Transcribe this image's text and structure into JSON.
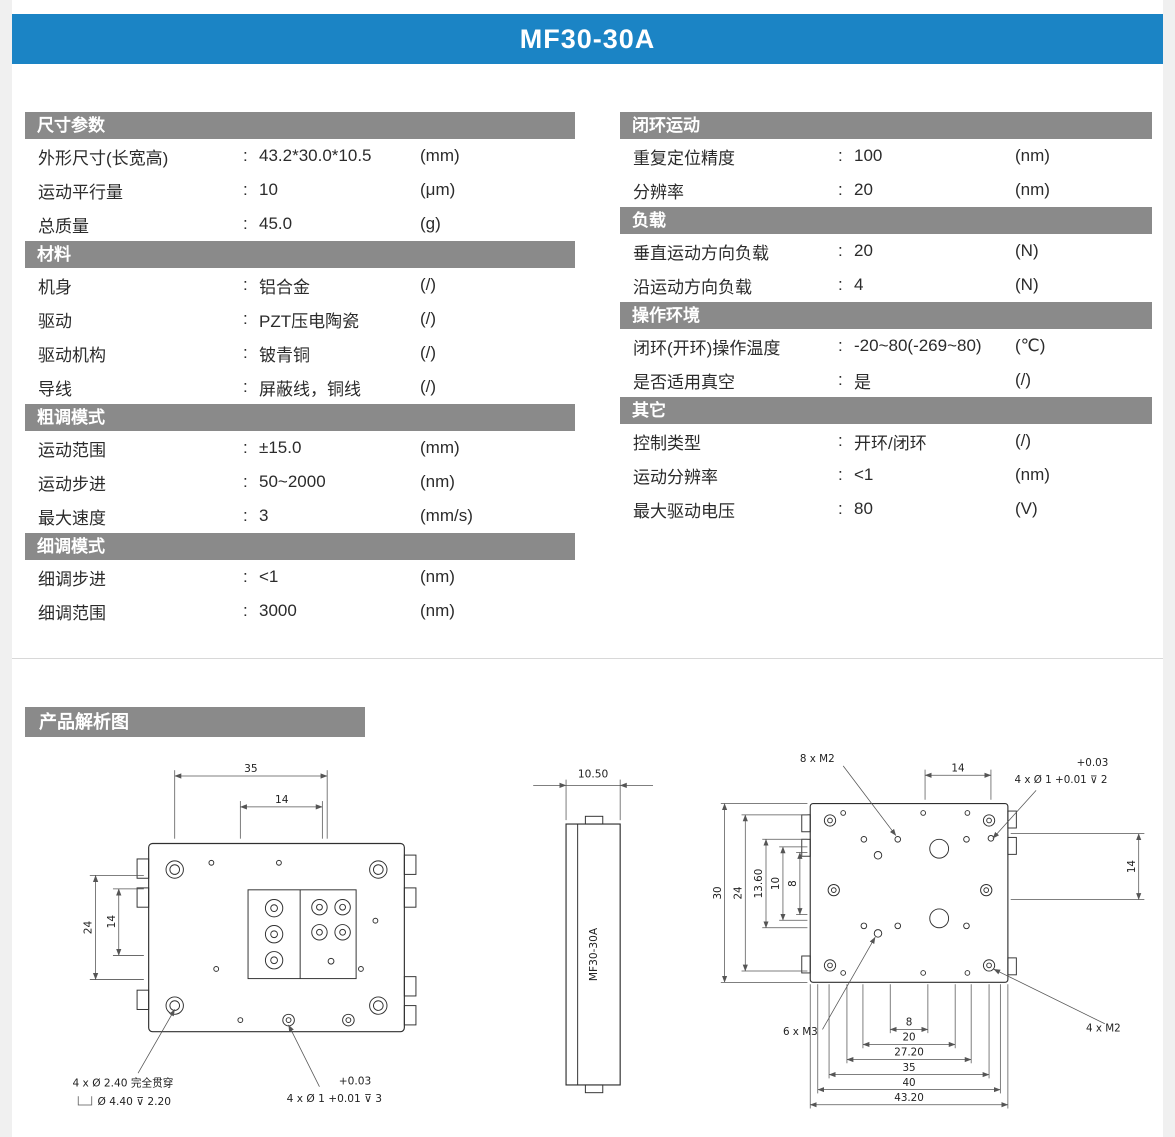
{
  "page": {
    "title": "MF30-30A",
    "drawing_section_title": "产品解析图"
  },
  "ui": {
    "colon": ":"
  },
  "colors": {
    "header_blue": "#1b84c5",
    "section_gray": "#8a8a8a"
  },
  "spec_columns": {
    "left": [
      {
        "header": "尺寸参数",
        "rows": [
          {
            "label": "外形尺寸(长宽高)",
            "value": "43.2*30.0*10.5",
            "unit": "(mm)"
          },
          {
            "label": "运动平行量",
            "value": "10",
            "unit": "(μm)"
          },
          {
            "label": "总质量",
            "value": "45.0",
            "unit": "(g)"
          }
        ]
      },
      {
        "header": "材料",
        "rows": [
          {
            "label": "机身",
            "value": "铝合金",
            "unit": "(/)"
          },
          {
            "label": "驱动",
            "value": "PZT压电陶瓷",
            "unit": "(/)"
          },
          {
            "label": "驱动机构",
            "value": "铍青铜",
            "unit": "(/)"
          },
          {
            "label": "导线",
            "value": "屏蔽线，铜线",
            "unit": "(/)"
          }
        ]
      },
      {
        "header": "粗调模式",
        "rows": [
          {
            "label": "运动范围",
            "value": "±15.0",
            "unit": "(mm)"
          },
          {
            "label": "运动步进",
            "value": "50~2000",
            "unit": "(nm)"
          },
          {
            "label": "最大速度",
            "value": "3",
            "unit": "(mm/s)"
          }
        ]
      },
      {
        "header": "细调模式",
        "rows": [
          {
            "label": "细调步进",
            "value": "<1",
            "unit": "(nm)"
          },
          {
            "label": "细调范围",
            "value": "3000",
            "unit": "(nm)"
          }
        ]
      }
    ],
    "right": [
      {
        "header": "闭环运动",
        "rows": [
          {
            "label": "重复定位精度",
            "value": "100",
            "unit": "(nm)"
          },
          {
            "label": "分辨率",
            "value": "20",
            "unit": "(nm)"
          }
        ]
      },
      {
        "header": "负载",
        "rows": [
          {
            "label": "垂直运动方向负载",
            "value": "20",
            "unit": "(N)"
          },
          {
            "label": "沿运动方向负载",
            "value": "4",
            "unit": "(N)"
          }
        ]
      },
      {
        "header": "操作环境",
        "rows": [
          {
            "label": "闭环(开环)操作温度",
            "value": "-20~80(-269~80)",
            "unit": "(℃)"
          },
          {
            "label": "是否适用真空",
            "value": "是",
            "unit": "(/)"
          }
        ]
      },
      {
        "header": "其它",
        "rows": [
          {
            "label": "控制类型",
            "value": "开环/闭环",
            "unit": "(/)"
          },
          {
            "label": "运动分辨率",
            "value": "<1",
            "unit": "(nm)"
          },
          {
            "label": "最大驱动电压",
            "value": "80",
            "unit": "(V)"
          }
        ]
      }
    ]
  },
  "drawing": {
    "top_view": {
      "dim_width_35": "35",
      "dim_width_14": "14",
      "dim_height_24": "24",
      "dim_height_14": "14",
      "note_through_hole_line1": "4 x Ø 2.40 完全贯穿",
      "note_through_hole_line2": "Ø 4.40 ⊽ 2.20",
      "note_pin_tol": "+0.03",
      "note_pin": "4 x Ø 1 +0.01 ⊽ 3"
    },
    "side_view": {
      "dim_thickness": "10.50",
      "model_label": "MF30-30A"
    },
    "bottom_view": {
      "note_8xm2": "8 x M2",
      "dim_14_top": "14",
      "note_pin_tol": "+0.03",
      "note_pin": "4 x Ø 1 +0.01 ⊽ 2",
      "dim_30": "30",
      "dim_24": "24",
      "dim_13_60": "13.60",
      "dim_10": "10",
      "dim_8_left": "8",
      "dim_14_right": "14",
      "note_6xm3": "6 x M3",
      "note_4xm2": "4 x M2",
      "dim_8": "8",
      "dim_20": "20",
      "dim_27_20": "27.20",
      "dim_35": "35",
      "dim_40": "40",
      "dim_43_20": "43.20"
    }
  }
}
